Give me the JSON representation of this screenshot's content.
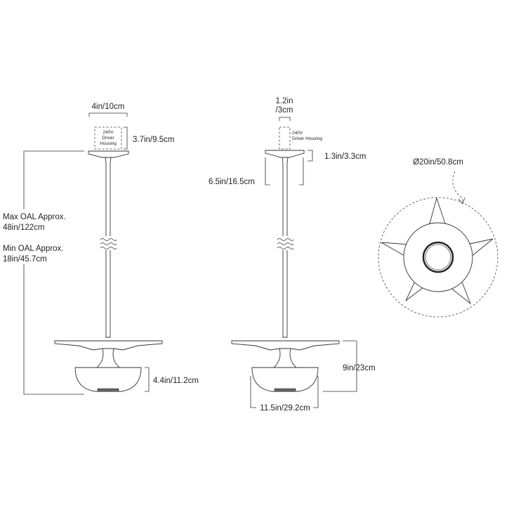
{
  "views": {
    "front": {
      "canopy_width": "4in/10cm",
      "driver_line1": "240V",
      "driver_line2": "Driver",
      "driver_line3": "Housing",
      "driver_height": "3.7in/9.5cm",
      "max_oal_line1": "Max OAL Approx.",
      "max_oal_line2": "48in/122cm",
      "min_oal_line1": "Min OAL Approx.",
      "min_oal_line2": "18in/45.7cm",
      "bowl_height": "4.4in/11.2cm"
    },
    "side": {
      "driver_width_line1": "1.2in",
      "driver_width_line2": "/3cm",
      "driver_label_line1": "240V",
      "driver_label_line2": "Driver Housing",
      "canopy_height": "1.3in/3.3cm",
      "canopy_drop": "6.5in/16.5cm",
      "head_height": "9in/23cm",
      "bowl_width": "11.5in/29.2cm"
    },
    "top": {
      "diameter": "Ø20in/50.8cm"
    }
  },
  "colors": {
    "line": "#333333",
    "background": "#ffffff"
  }
}
